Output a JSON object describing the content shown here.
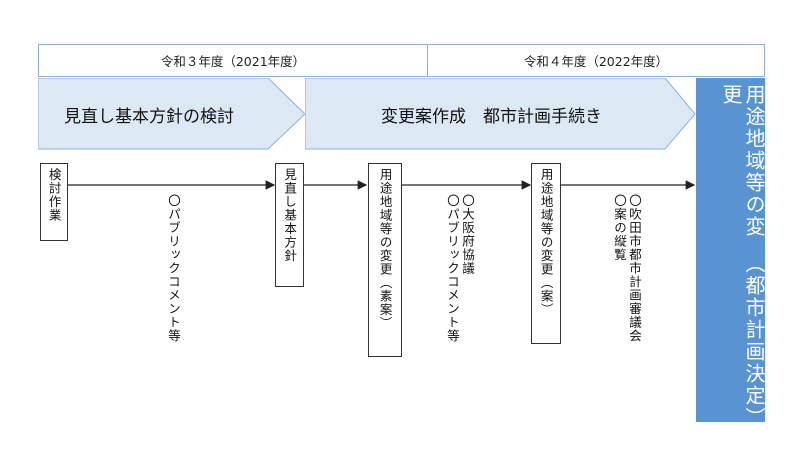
{
  "years": [
    {
      "label": "令和３年度（2021年度）"
    },
    {
      "label": "令和４年度（2022年度）"
    }
  ],
  "phases": [
    {
      "label": "見直し基本方針の検討"
    },
    {
      "label": "変更案作成　都市計画手続き"
    }
  ],
  "steps": {
    "kentou": "検討作業",
    "minaoshi": "見直し基本方針",
    "soan": "用途地域等の変更（素案）",
    "an": "用途地域等の変更（案）"
  },
  "notes": {
    "n1": "〇パブリックコメント等",
    "n2": "〇大阪府協議\n〇パブリックコメント等",
    "n3": "〇吹田市都市計画審議会\n〇案の縦覧"
  },
  "final": {
    "line1": "用途地域等の変更",
    "line2": "（都市計画決定）"
  },
  "colors": {
    "chevron_fill": "#dce9f5",
    "chevron_stroke": "#8eb0d8",
    "final_fill": "#5a93d2",
    "arrow": "#222222"
  }
}
